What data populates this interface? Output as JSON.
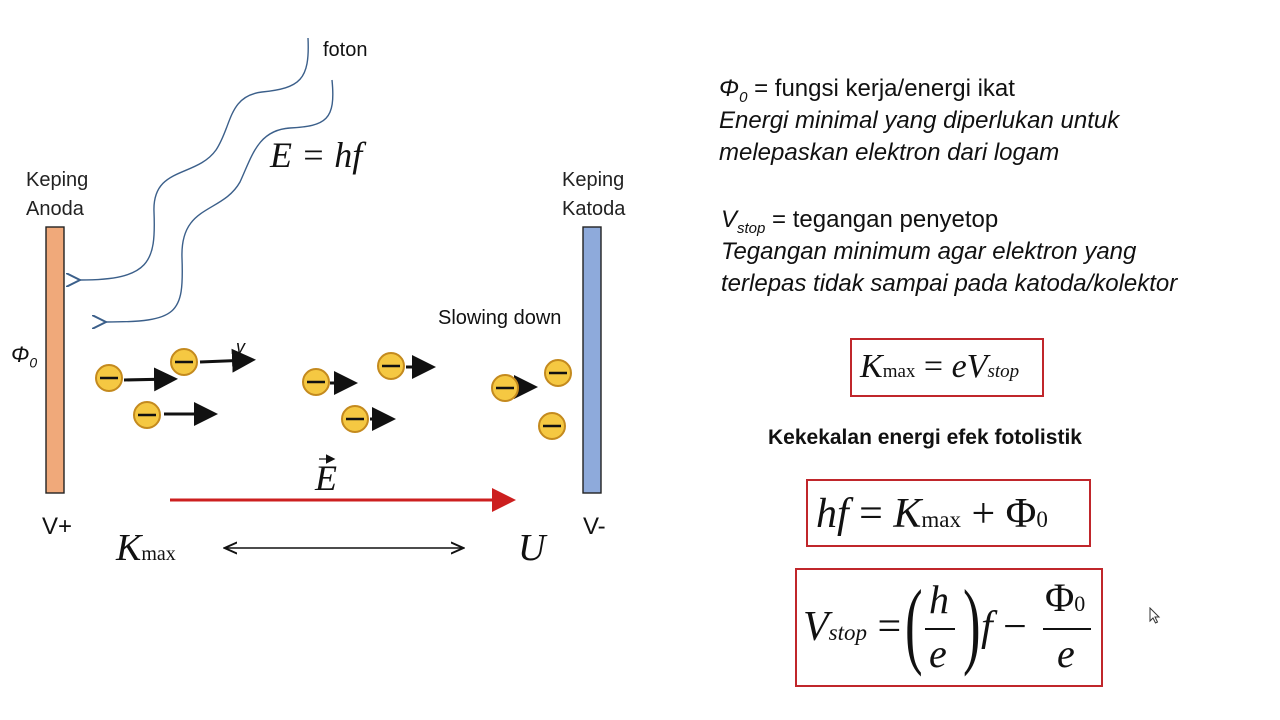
{
  "diagram": {
    "photon_label": "foton",
    "photon_energy": "E = hf",
    "anode_label": [
      "Keping",
      "Anoda"
    ],
    "cathode_label": [
      "Keping",
      "Katoda"
    ],
    "phi_label": "Φ0",
    "velocity_label": "v",
    "slowing_label": "Slowing down",
    "field_label": "E",
    "anode_potential": "V+",
    "cathode_potential": "V-",
    "kmax_label": "Kmax",
    "u_label": "U",
    "colors": {
      "anode": "#f0a97a",
      "cathode": "#8eaadb",
      "electron": "#f5c842",
      "field_arrow": "#cc1f1f",
      "photon": "#3b5f8a"
    }
  },
  "notes": {
    "phi_def": "= fungsi kerja/energi ikat",
    "phi_desc_1": "Energi minimal yang diperlukan untuk",
    "phi_desc_2": "melepaskan elektron dari logam",
    "vstop_def": "= tegangan penyetop",
    "vstop_desc_1": "Tegangan minimum agar elektron yang",
    "vstop_desc_2": "terlepas tidak sampai pada katoda/kolektor",
    "conservation_title": "Kekekalan energi efek fotolistik"
  },
  "equations": {
    "eq1": "Kmax = eVstop",
    "eq2": "hf = Kmax + Φ0",
    "eq3": "Vstop = (h/e) f − Φ0/e"
  }
}
